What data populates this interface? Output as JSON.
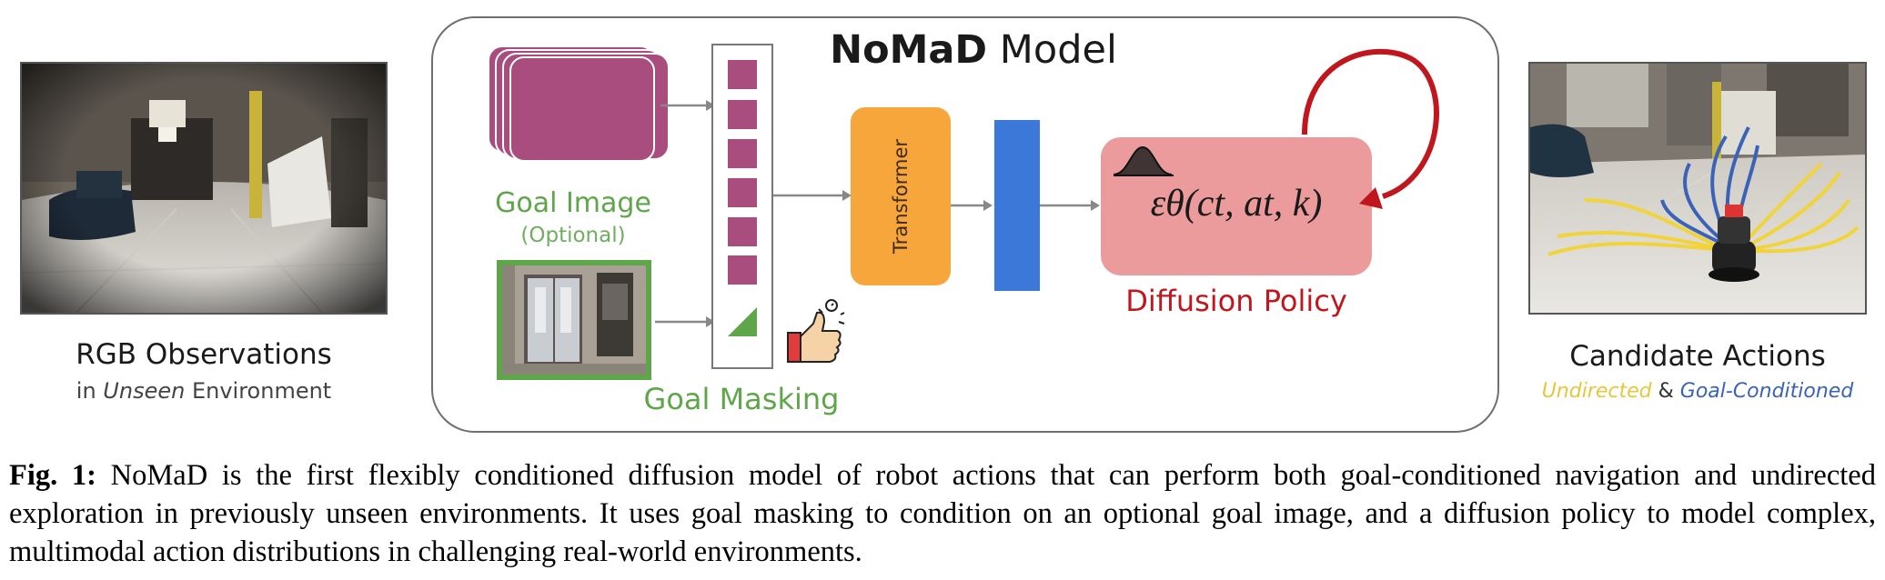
{
  "model_title": {
    "bold": "NoMaD",
    "light": "Model"
  },
  "left_panel": {
    "title": "RGB Observations",
    "subtitle_prefix": "in ",
    "subtitle_italic": "Unseen",
    "subtitle_suffix": " Environment"
  },
  "goal_image": {
    "label": "Goal Image",
    "sublabel": "(Optional)"
  },
  "goal_masking": {
    "label": "Goal Masking"
  },
  "transformer": {
    "label": "Transformer"
  },
  "diffusion_policy": {
    "label": "Diffusion Policy",
    "formula": "εθ(ct, at, k)"
  },
  "right_panel": {
    "title": "Candidate Actions",
    "undirected": "Undirected",
    "amp": " & ",
    "goal_conditioned": "Goal-Conditioned"
  },
  "caption": {
    "prefix": "Fig. 1:",
    "text": " NoMaD is the first flexibly conditioned diffusion model of robot actions that can perform both goal-conditioned navigation and undirected exploration in previously unseen environments. It uses goal masking to condition on an optional goal image, and a diffusion policy to model complex, multimodal action distributions in challenging real-world environments."
  },
  "colors": {
    "goal_green": "#5fa64b",
    "policy_red": "#c0171e",
    "token_magenta": "#a84d7d",
    "transformer_orange": "#f7a63b",
    "embedding_blue": "#3b78d8",
    "policy_pink": "#eb9b9b",
    "undirected_yellow": "#e8c63c",
    "goal_conditioned_blue": "#3a63b8"
  },
  "icons": [
    "gaussian-icon",
    "thumbs-up-icon",
    "robot-icon"
  ]
}
